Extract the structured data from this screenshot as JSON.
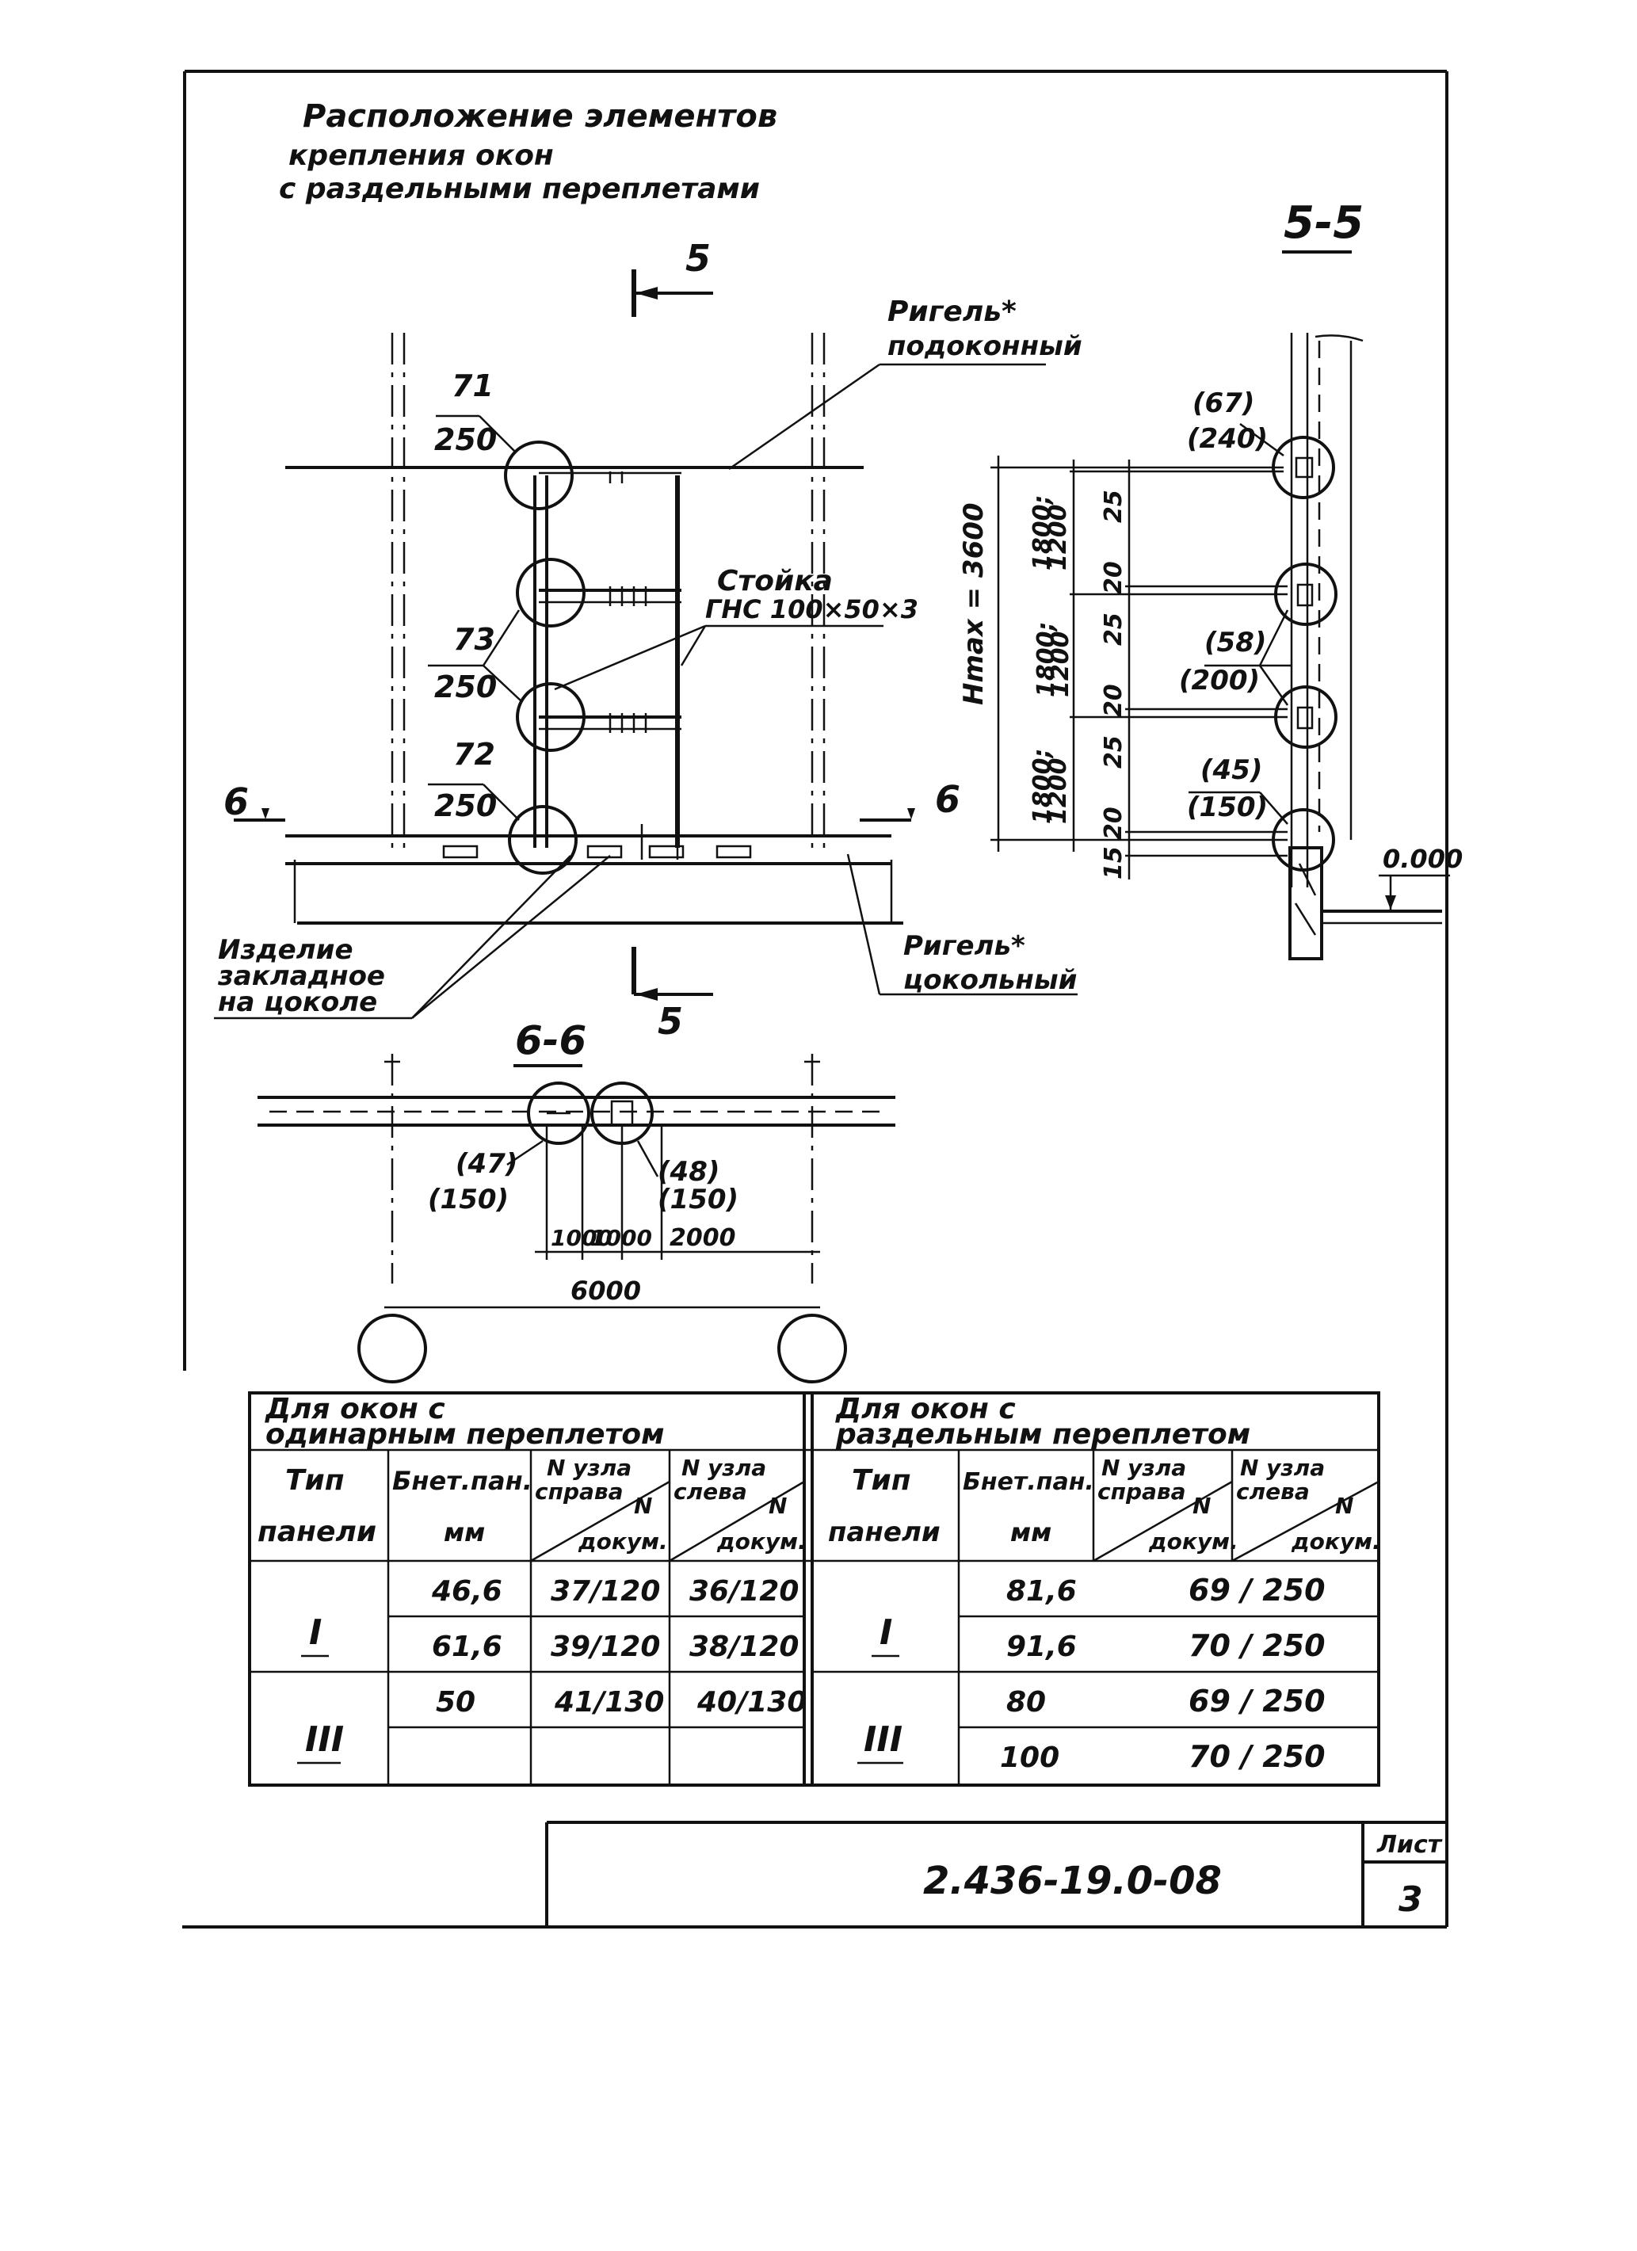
{
  "title": {
    "line1": "Расположение элементов",
    "line2": "крепления окон",
    "line3": "с раздельными переплетами"
  },
  "sections": {
    "s55": "5-5",
    "s66": "6-6",
    "cut5_top": "5",
    "cut5_bottom": "5",
    "cut6_left": "6",
    "cut6_right": "6"
  },
  "elevation": {
    "rigel_top_l1": "Ригель*",
    "rigel_top_l2": "подоконный",
    "rigel_bottom_l1": "Ригель*",
    "rigel_bottom_l2": "цокольный",
    "stoyka_l1": "Стойка",
    "stoyka_l2": "ГНС 100×50×3",
    "izdelie_l1": "Изделие",
    "izdelie_l2": "закладное",
    "izdelie_l3": "на цоколе",
    "node71_n": "71",
    "node71_d": "250",
    "node73_n": "73",
    "node73_d": "250",
    "node72_n": "72",
    "node72_d": "250"
  },
  "section55": {
    "hmax": "Hmax = 3600",
    "dim_a": "1800;",
    "dim_a2": "1200",
    "dim_b": "1800;",
    "dim_b2": "1200",
    "dim_c": "1800;",
    "dim_c2": "1200",
    "d25a": "25",
    "d20a": "20",
    "d25b": "25",
    "d20b": "20",
    "d25c": "25",
    "d20c": "20",
    "d15": "15",
    "n67": "(67)",
    "n240": "(240)",
    "n58": "(58)",
    "n200": "(200)",
    "n45": "(45)",
    "n150": "(150)",
    "level": "0.000"
  },
  "section66": {
    "n47": "(47)",
    "n150a": "(150)",
    "n48": "(48)",
    "n150b": "(150)",
    "d1000a": "1000",
    "d1000b": "1000",
    "d2000": "2000",
    "d6000": "6000"
  },
  "table": {
    "left_header_l1": "Для окон с",
    "left_header_l2": "одинарным переплетом",
    "right_header_l1": "Для окон с",
    "right_header_l2": "раздельным переплетом",
    "col_tip_l1": "Тип",
    "col_tip_l2": "панели",
    "col_b_l1": "Бнет.пан.",
    "col_b_l2": "мм",
    "col_right_l1": "N узла",
    "col_right_l2": "справа",
    "col_left_l1": "N узла",
    "col_left_l2": "слева",
    "col_doc_n": "N",
    "col_doc": "докум.",
    "rows_left": [
      {
        "type": "I",
        "b": "46,6",
        "right": "37/120",
        "left": "36/120"
      },
      {
        "type": "",
        "b": "61,6",
        "right": "39/120",
        "left": "38/120"
      },
      {
        "type": "III",
        "b": "50",
        "right": "41/130",
        "left": "40/130"
      },
      {
        "type": "",
        "b": "",
        "right": "",
        "left": ""
      }
    ],
    "rows_right": [
      {
        "type": "I",
        "b": "81,6",
        "node": "69 / 250"
      },
      {
        "type": "",
        "b": "91,6",
        "node": "70 / 250"
      },
      {
        "type": "III",
        "b": "80",
        "node": "69 / 250"
      },
      {
        "type": "",
        "b": "100",
        "node": "70 / 250"
      }
    ]
  },
  "stamp": {
    "code": "2.436-19.0-08",
    "sheet_label": "Лист",
    "sheet_no": "3"
  }
}
